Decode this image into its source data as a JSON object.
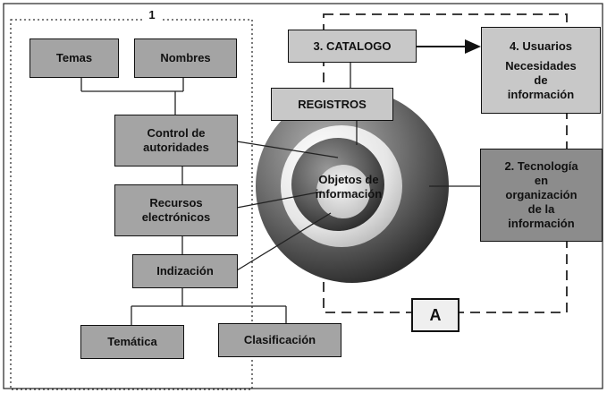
{
  "region1_label": "1",
  "regionA_label": "A",
  "boxes": {
    "temas": "Temas",
    "nombres": "Nombres",
    "control": "Control de\nautoridades",
    "recursos": "Recursos\nelectrónicos",
    "indizacion": "Indización",
    "tematica": "Temática",
    "clasificacion": "Clasificación",
    "catalogo": "3. CATALOGO",
    "registros": "REGISTROS",
    "usuarios_title": "4.  Usuarios",
    "usuarios_sub": "Necesidades\nde\ninformación",
    "tecnologia": "2. Tecnología\nen\norganización\nde la\ninformación"
  },
  "center_label": "Objetos de\ninformación",
  "colors": {
    "box_gray": "#a4a4a4",
    "box_light": "#c8c8c8",
    "box_dark": "#8c8c8c",
    "sphere_outer": "#6f6f6f",
    "sphere_inner": "#555555"
  }
}
